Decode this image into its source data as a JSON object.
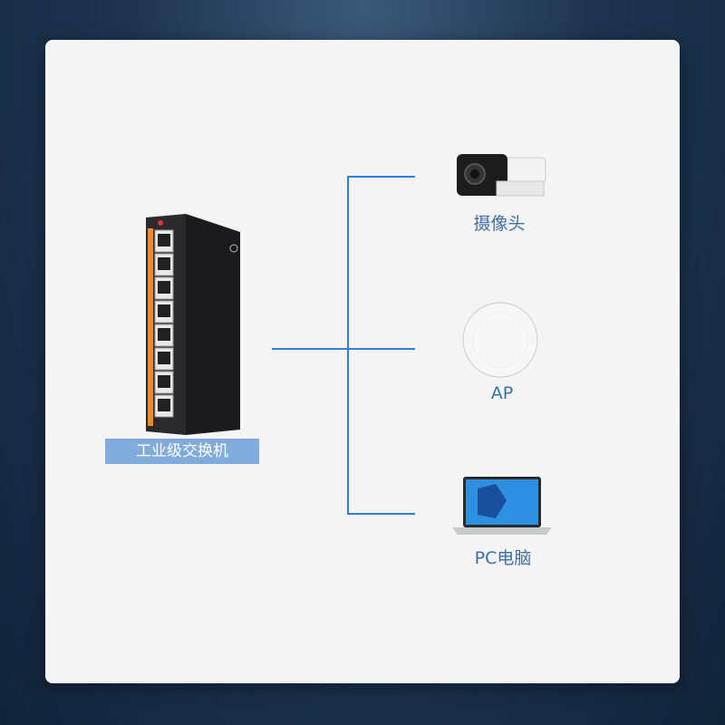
{
  "switch": {
    "label": "工业级交换机"
  },
  "devices": [
    {
      "label": "摄像头",
      "icon": "camera-icon"
    },
    {
      "label": "AP",
      "icon": "access-point-icon"
    },
    {
      "label": "PC电脑",
      "icon": "laptop-icon"
    }
  ],
  "colors": {
    "line": "#2f7fe0",
    "label": "#3f6fa6",
    "switch_label_bg": "#80abdb"
  }
}
